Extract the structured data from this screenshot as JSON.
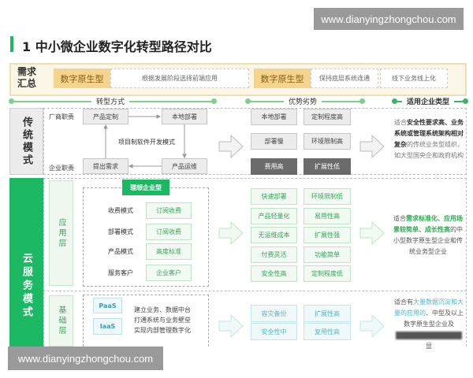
{
  "watermark": "www.dianyingzhongchou.com",
  "title": "1  中小微企业数字化转型路径对比",
  "demand": {
    "label": "需求汇总",
    "type1": "数字原生型",
    "desc1": "根据发展阶段选择前端应用",
    "type2": "数字原生型",
    "desc2": "保持底层系统连通",
    "desc3": "线下业务线上化"
  },
  "headers": {
    "method": "转型方式",
    "pros_cons": "优势劣势",
    "applicable": "适用企业类型"
  },
  "traditional": {
    "label": "传统模式",
    "vendor": "厂商职责",
    "enterprise": "企业职责",
    "custom": "产品定制",
    "deploy": "本地部署",
    "request": "提出需求",
    "ops": "产品运维",
    "mode": "项目制软件开发模式",
    "pros": [
      "本地部署",
      "定制程度高",
      "部署慢",
      "环境限制高"
    ],
    "cons": [
      "费用高",
      "扩展性低"
    ],
    "fit": {
      "pre": "适合",
      "bold": "安全性要求高、业务系统或管理系统架构相对复杂",
      "post": "的传统业务型组织，如大型国央企和政府机构"
    }
  },
  "cloud": {
    "label": "云服务模式",
    "app": {
      "label": "应用层",
      "tab": "理想企业型",
      "rows": [
        {
          "k": "收费模式",
          "v": "订阅收费"
        },
        {
          "k": "部署模式",
          "v": "订阅收费"
        },
        {
          "k": "产品模式",
          "v": "高度标准"
        },
        {
          "k": "服务客户",
          "v": "企业客户"
        }
      ],
      "pros": [
        "快速部署",
        "环境限制低",
        "产品轻量化",
        "易用性高",
        "无运维成本",
        "扩展性强",
        "付费灵活",
        "功能简单",
        "安全性高",
        "定制程度低"
      ],
      "fit": {
        "pre": "适合",
        "green": "需求标准化、应用场景较简单、成长性高",
        "post": "的中小型数字原生型企业和传统业务型企业"
      }
    },
    "base": {
      "label": "基础层",
      "paas": "PaaS",
      "iaas": "IaaS",
      "desc": [
        "建立业务、数据中台",
        "打通系统与业务壁垒",
        "实现内部管理数字化"
      ],
      "pros": [
        "容灾备份",
        "扩展性高",
        "安全性中",
        "复用性高"
      ],
      "fit": {
        "pre": "适合有",
        "green": "大量数据沉淀和大量的应用的",
        "post": "、中型及以上数字原生型企业及",
        "tail": "显"
      }
    }
  }
}
